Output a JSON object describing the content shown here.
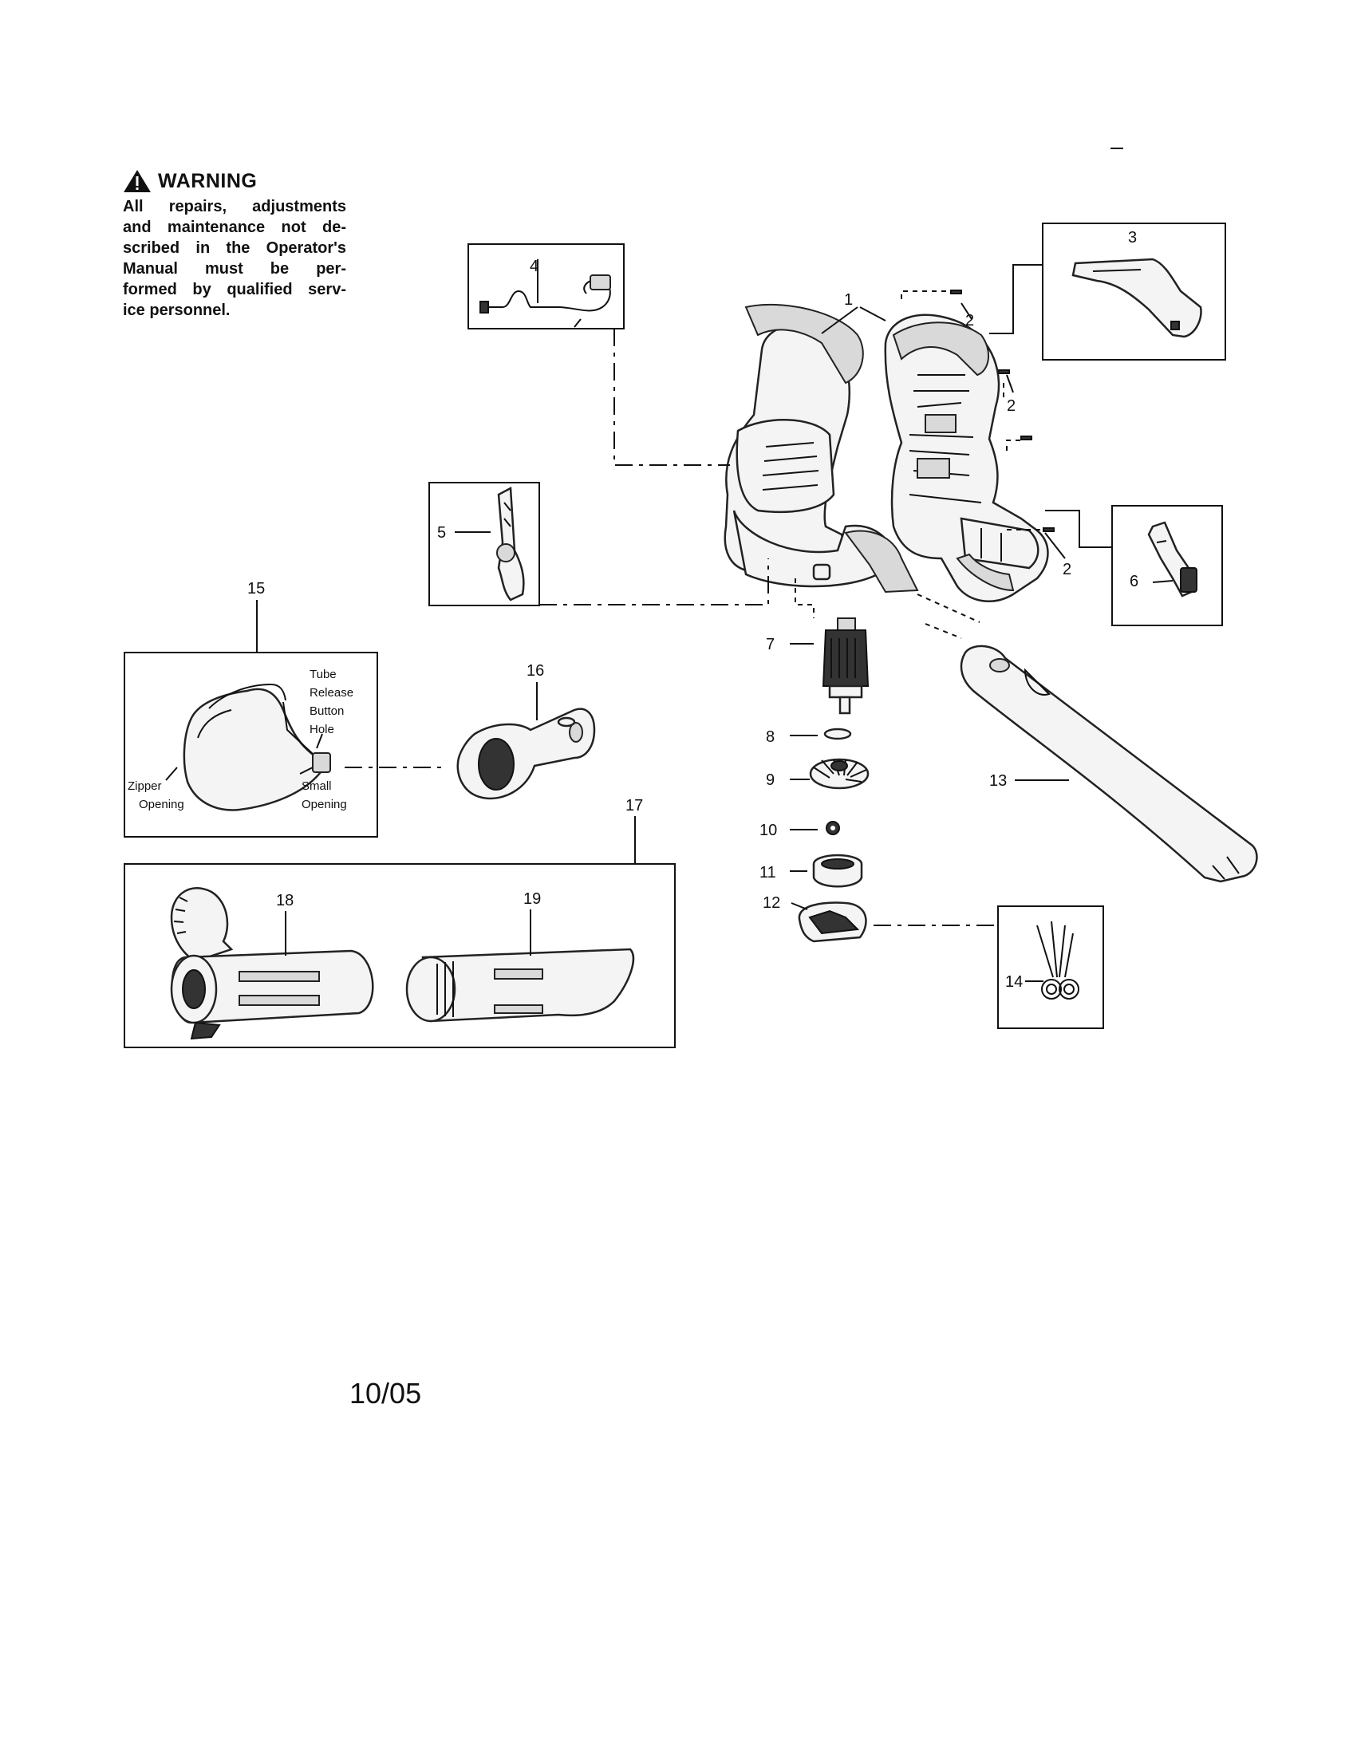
{
  "warning": {
    "title": "WARNING",
    "lines": [
      "All repairs, adjustments",
      "and maintenance not de-",
      "scribed in the Operator's",
      "Manual must be per-",
      "formed by qualified serv-",
      "ice personnel."
    ]
  },
  "callouts": {
    "c1": "1",
    "c2a": "2",
    "c2b": "2",
    "c2c": "2",
    "c3": "3",
    "c4": "4",
    "c5": "5",
    "c6": "6",
    "c7": "7",
    "c8": "8",
    "c9": "9",
    "c10": "10",
    "c11": "11",
    "c12": "12",
    "c13": "13",
    "c14": "14",
    "c15": "15",
    "c16": "16",
    "c17": "17",
    "c18": "18",
    "c19": "19"
  },
  "bag_labels": {
    "tube1": "Tube",
    "tube2": "Release",
    "tube3": "Button",
    "tube4": "Hole",
    "zip1": "Zipper",
    "zip2": "Opening",
    "small1": "Small",
    "small2": "Opening"
  },
  "date_code": "10/05"
}
